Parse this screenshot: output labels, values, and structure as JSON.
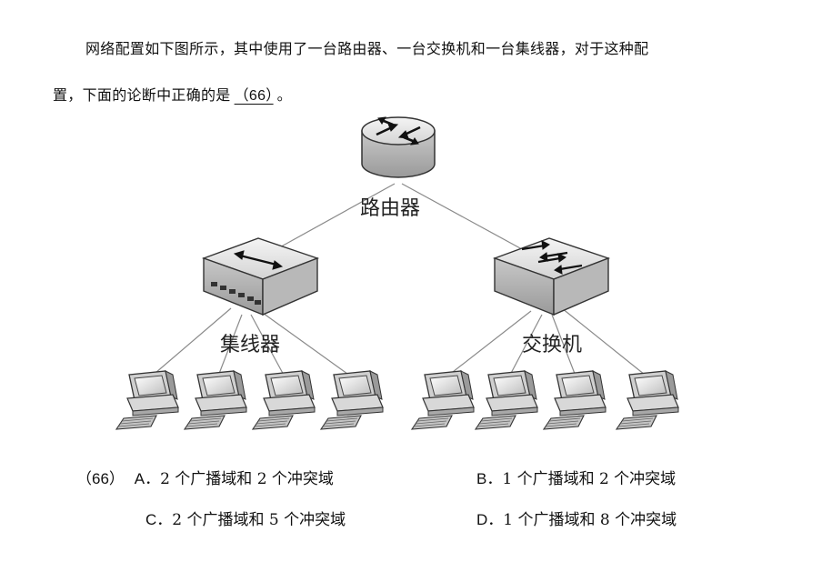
{
  "question": {
    "line1": "网络配置如下图所示，其中使用了一台路由器、一台交换机和一台集线器，对于这种配",
    "line2_prefix": "置，下面的论断中正确的是",
    "blank": "（66）",
    "line2_suffix": "。"
  },
  "diagram": {
    "router_label": "路由器",
    "hub_label": "集线器",
    "switch_label": "交换机"
  },
  "options": {
    "number": "（66）",
    "A": {
      "letter": "A．",
      "text": "2 个广播域和 2 个冲突域"
    },
    "B": {
      "letter": "B．",
      "text": "1 个广播域和 2 个冲突域"
    },
    "C": {
      "letter": "C．",
      "text": "2 个广播域和 5 个冲突域"
    },
    "D": {
      "letter": "D．",
      "text": "1 个广播域和 8 个冲突域"
    }
  }
}
